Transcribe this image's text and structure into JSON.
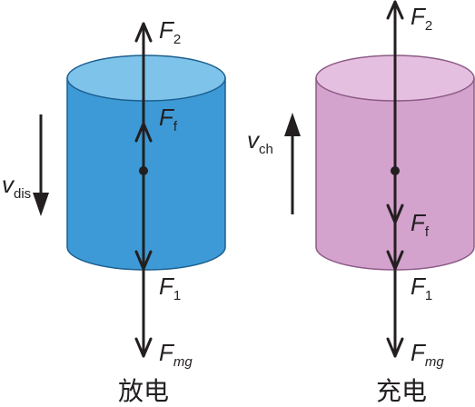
{
  "colors": {
    "discharge_body": "#3d9ad6",
    "discharge_top": "#7ec3ea",
    "charge_body": "#d3a2cd",
    "charge_top": "#e5bfe0",
    "ink": "#231f20"
  },
  "discharge": {
    "label_F2": {
      "main": "F",
      "sub": "2"
    },
    "label_Ff": {
      "main": "F",
      "sub": "f"
    },
    "label_F1": {
      "main": "F",
      "sub": "1"
    },
    "label_Fmg": {
      "main": "F",
      "sub": "mg"
    },
    "label_v": {
      "main": "v",
      "sub": "dis"
    },
    "caption": "放电"
  },
  "charge": {
    "label_F2": {
      "main": "F",
      "sub": "2"
    },
    "label_Ff": {
      "main": "F",
      "sub": "f"
    },
    "label_F1": {
      "main": "F",
      "sub": "1"
    },
    "label_Fmg": {
      "main": "F",
      "sub": "mg"
    },
    "label_v": {
      "main": "v",
      "sub": "ch"
    },
    "caption": "充电"
  }
}
